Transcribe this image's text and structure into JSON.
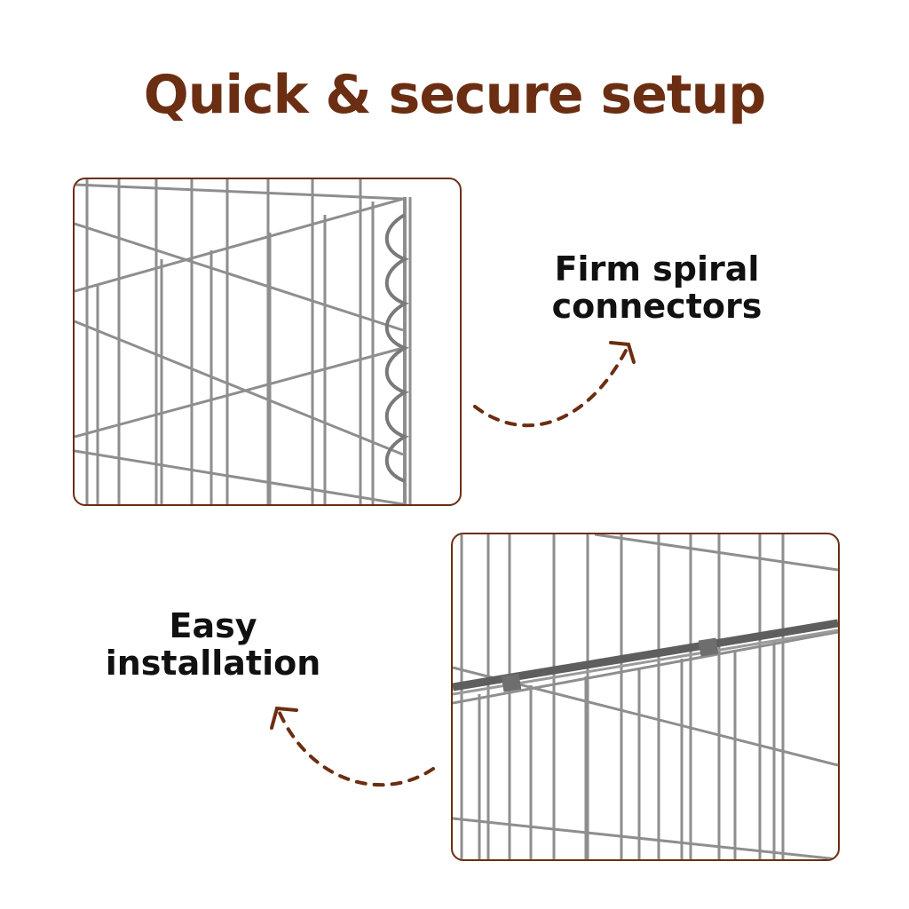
{
  "title": "Quick & secure setup",
  "features": [
    {
      "caption_line1": "Firm spiral",
      "caption_line2": "connectors"
    },
    {
      "caption_line1": "Easy",
      "caption_line2": "installation"
    }
  ],
  "colors": {
    "accent": "#6b2e12",
    "text": "#111111",
    "wire": "#8e8e8e"
  },
  "icons": [
    "dashed-curved-arrow-icon",
    "dashed-curved-arrow-icon"
  ]
}
